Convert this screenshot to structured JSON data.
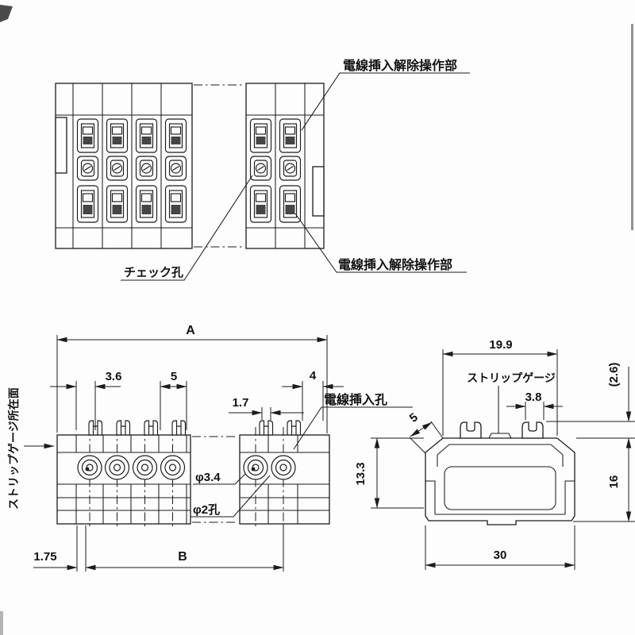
{
  "colors": {
    "line": "#1c1c1c",
    "text": "#111111",
    "background": "#fdfdfd"
  },
  "front_view": {
    "label_release_top": "電線挿入解除操作部",
    "label_check_hole": "チェック孔",
    "label_release_bottom": "電線挿入解除操作部"
  },
  "plan_view": {
    "label_surface": "ストリップゲージ所在面",
    "label_wire_hole": "電線挿入孔",
    "dim_overall": "A",
    "dim_3_6": "3.6",
    "dim_5": "5",
    "dim_1_7": "1.7",
    "dim_4": "4",
    "dia_check": "φ3.4",
    "dia_hole": "φ2孔",
    "dim_1_75": "1.75",
    "dim_span": "B"
  },
  "section_view": {
    "dim_top_width": "19.9",
    "label_strip_gauge": "ストリップゲージ",
    "dim_slot": "3.8",
    "dim_chamfer": "5",
    "dim_clamp_height": "(2.6)",
    "dim_height_inner": "13.3",
    "dim_height_total": "16",
    "dim_base_width": "30"
  }
}
